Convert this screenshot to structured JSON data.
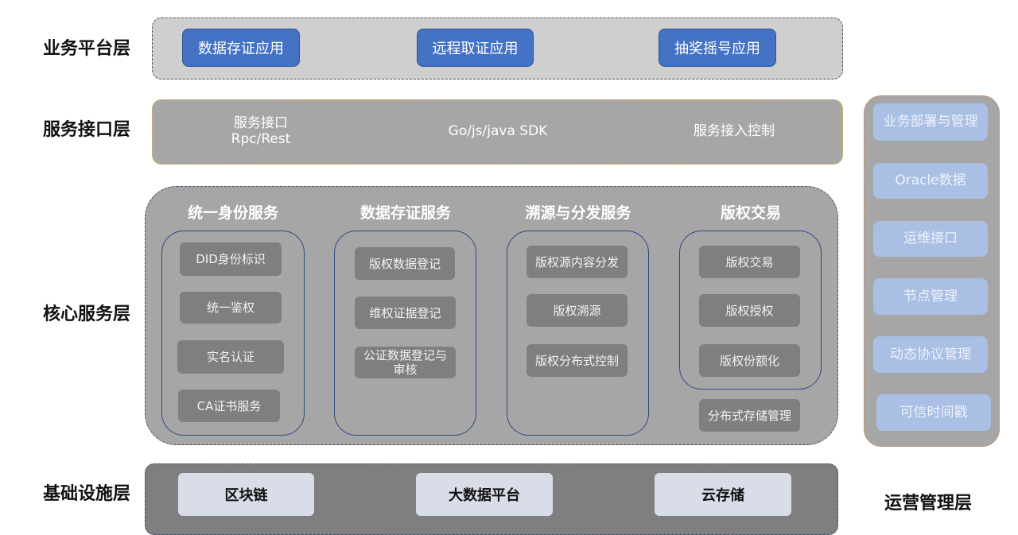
{
  "layers": {
    "business": "业务平台层",
    "interface": "服务接口层",
    "core": "核心服务层",
    "infra": "基础设施层",
    "ops": "运营管理层"
  },
  "business_apps": [
    "数据存证应用",
    "远程取证应用",
    "抽奖摇号应用"
  ],
  "interface_items": [
    {
      "line1": "服务接口",
      "line2": "Rpc/Rest"
    },
    {
      "line1": "Go/js/java SDK"
    },
    {
      "line1": "服务接入控制"
    }
  ],
  "core_groups": [
    {
      "title": "统一身份服务",
      "items": [
        "DID身份标识",
        "统一鉴权",
        "实名认证",
        "CA证书服务"
      ]
    },
    {
      "title": "数据存证服务",
      "items": [
        "版权数据登记",
        "维权证据登记",
        "公证数据登记与审核"
      ]
    },
    {
      "title": "溯源与分发服务",
      "items": [
        "版权源内容分发",
        "版权溯源",
        "版权分布式控制"
      ]
    },
    {
      "title": "版权交易",
      "items": [
        "版权交易",
        "版权授权",
        "版权份额化"
      ],
      "extra": "分布式存储管理"
    }
  ],
  "infra_items": [
    "区块链",
    "大数据平台",
    "云存储"
  ],
  "ops_items": [
    "业务部署与管理",
    "Oracle数据",
    "运维接口",
    "节点管理",
    "动态协议管理",
    "可信时间戳"
  ],
  "colors": {
    "app_blue": "#4472c4",
    "panel_gray": "#a6a6a6",
    "item_gray": "#7f7f7f",
    "ops_blue": "#a9bfe3"
  }
}
